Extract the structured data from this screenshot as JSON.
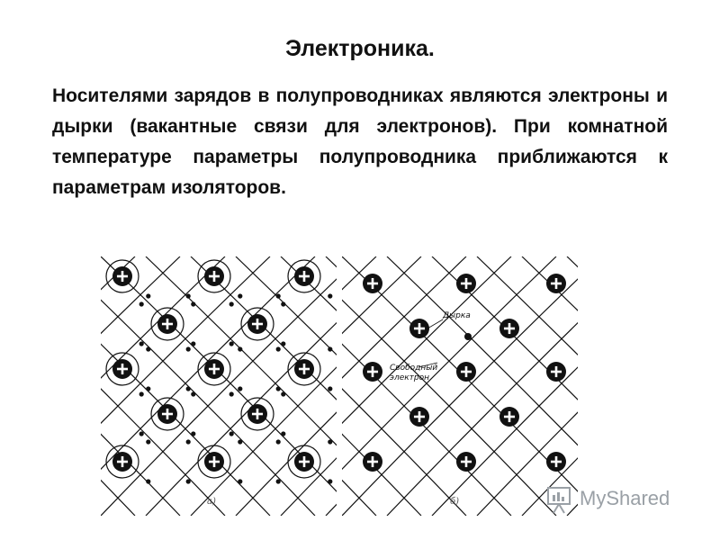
{
  "slide": {
    "title": "Электроника.",
    "text": "Носителями зарядов в полупроводниках являются электроны и дырки (вакантные связи для электронов). При комнатной температуре параметры полупроводника приближаются к параметрам изоляторов."
  },
  "figures": {
    "a": {
      "label": "а)"
    },
    "b": {
      "label": "б)",
      "hole_label": "Дырка",
      "free_electron_line1": "Свободный",
      "free_electron_line2": "электрон"
    }
  },
  "watermark": {
    "text": "MyShared"
  },
  "colors": {
    "ink": "#111111",
    "background": "#ffffff",
    "watermark": "#9aa0a6"
  }
}
